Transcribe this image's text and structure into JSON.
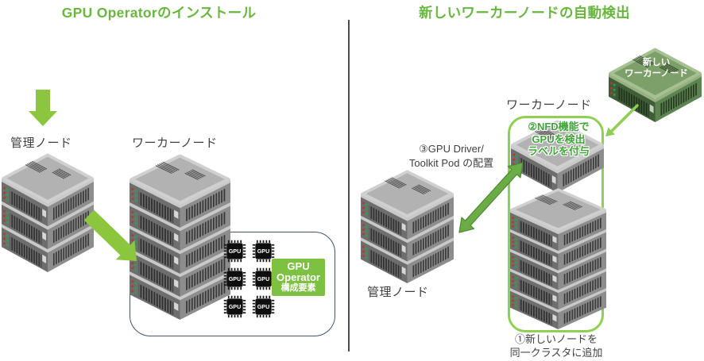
{
  "colors": {
    "accent_green": "#69B740",
    "bright_green": "#8CC63E",
    "medium_green": "#6BAC44",
    "box_green": "#7CC142",
    "outline_navy": "#44546A",
    "cluster_outline_green": "#8FD052",
    "label_gray": "#3F3F3F"
  },
  "left_panel": {
    "title": "GPU Operatorのインストール",
    "mgmt_label": "管理ノード",
    "worker_label": "ワーカーノード",
    "chip_label": "GPU",
    "gpu_operator_box": {
      "line1": "GPU",
      "line2": "Operator",
      "line3": "構成要素"
    }
  },
  "right_panel": {
    "title": "新しいワーカーノードの自動検出",
    "worker_label": "ワーカーノード",
    "mgmt_label": "管理ノード",
    "new_node": {
      "line1": "新しい",
      "line2": "ワーカーノード"
    },
    "step1": {
      "line1": "①新しいノードを",
      "line2": "同一クラスタに追加"
    },
    "step2": {
      "line1": "②NFD機能で",
      "line2": "GPUを検出",
      "line3": "ラベルを付与"
    },
    "step3": {
      "line1": "③GPU Driver/",
      "line2": "Toolkit Pod の配置"
    }
  }
}
